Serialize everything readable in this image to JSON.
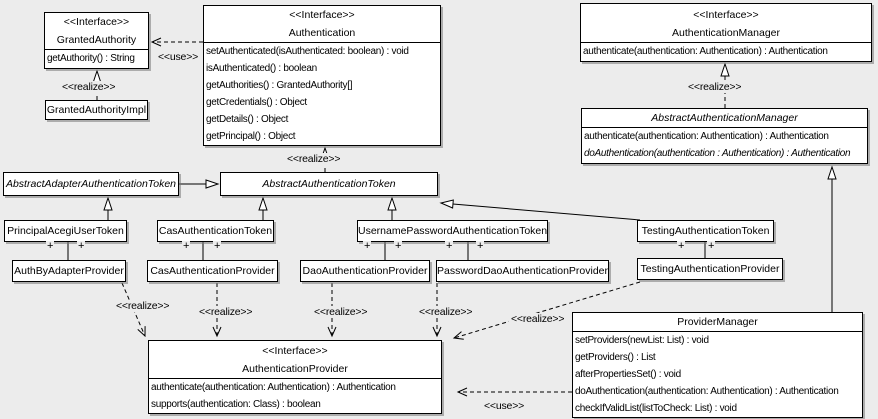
{
  "classes": {
    "granted_authority": {
      "stereotype": "<<Interface>>",
      "name": "GrantedAuthority",
      "methods": [
        "getAuthority() : String"
      ]
    },
    "granted_authority_impl": {
      "name": "GrantedAuthorityImpl"
    },
    "authentication": {
      "stereotype": "<<Interface>>",
      "name": "Authentication",
      "methods": [
        "setAuthenticated(isAuthenticated: boolean) : void",
        "isAuthenticated() : boolean",
        "getAuthorities() : GrantedAuthority[]",
        "getCredentials() : Object",
        "getDetails() : Object",
        "getPrincipal() : Object"
      ]
    },
    "authentication_manager": {
      "stereotype": "<<Interface>>",
      "name": "AuthenticationManager",
      "methods": [
        "authenticate(authentication: Authentication) : Authentication"
      ]
    },
    "abstract_authentication_manager": {
      "name": "AbstractAuthenticationManager",
      "methods": [
        "authenticate(authentication: Authentication) : Authentication",
        "doAuthentication(authentication : Authentication) : Authentication"
      ]
    },
    "abstract_adapter_authentication_token": {
      "name": "AbstractAdapterAuthenticationToken"
    },
    "abstract_authentication_token": {
      "name": "AbstractAuthenticationToken"
    },
    "principal_acegi_user_token": {
      "name": "PrincipalAcegiUserToken"
    },
    "cas_authentication_token": {
      "name": "CasAuthenticationToken"
    },
    "username_password_authentication_token": {
      "name": "UsernamePasswordAuthenticationToken"
    },
    "testing_authentication_token": {
      "name": "TestingAuthenticationToken"
    },
    "auth_by_adapter_provider": {
      "name": "AuthByAdapterProvider"
    },
    "cas_authentication_provider": {
      "name": "CasAuthenticationProvider"
    },
    "dao_authentication_provider": {
      "name": "DaoAuthenticationProvider"
    },
    "password_dao_authentication_provider": {
      "name": "PasswordDaoAuthenticationProvider"
    },
    "testing_authentication_provider": {
      "name": "TestingAuthenticationProvider"
    },
    "authentication_provider": {
      "stereotype": "<<Interface>>",
      "name": "AuthenticationProvider",
      "methods": [
        "authenticate(authentication: Authentication) : Authentication",
        "supports(authentication: Class) : boolean"
      ]
    },
    "provider_manager": {
      "name": "ProviderManager",
      "methods": [
        "setProviders(newList: List) : void",
        "getProviders() : List",
        "afterPropertiesSet() : void",
        "doAuthentication(authentication: Authentication) : Authentication",
        "checkIfValidList(listToCheck: List) : void"
      ]
    }
  },
  "labels": {
    "use": "<<use>>",
    "realize": "<<realize>>",
    "plus": "+"
  },
  "colors": {
    "background": "#ececec",
    "box_fill": "#ffffff",
    "line": "#000000"
  }
}
